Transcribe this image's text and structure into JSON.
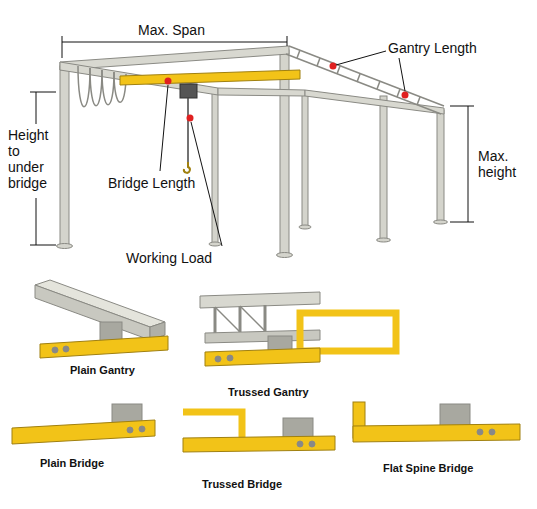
{
  "diagram": {
    "labels": [
      "Max. Span",
      "Gantry Length",
      "Height to under bridge",
      "Bridge Length",
      "Max. height",
      "Working Load",
      "Plain Gantry",
      "Trussed Gantry",
      "Plain Bridge",
      "Trussed Bridge",
      "Flat Spine Bridge"
    ]
  }
}
